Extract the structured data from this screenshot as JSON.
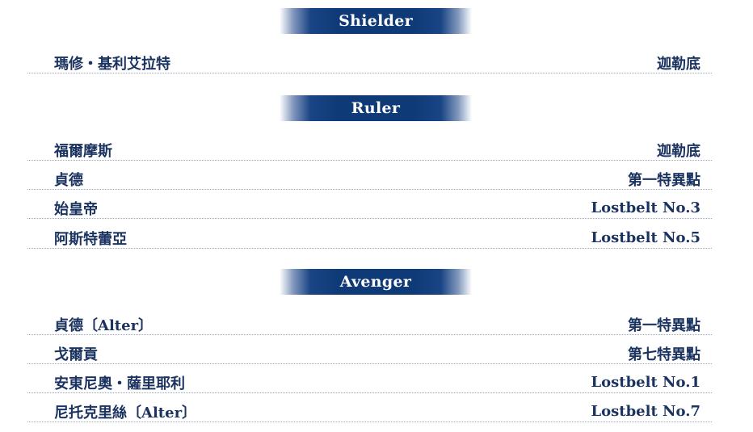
{
  "sections": [
    {
      "header": "Shielder",
      "rows": [
        {
          "name": "瑪修・基利艾拉特",
          "place": "迦勒底"
        }
      ]
    },
    {
      "header": "Ruler",
      "rows": [
        {
          "name": "福爾摩斯",
          "place": "迦勒底"
        },
        {
          "name": "貞德",
          "place": "第一特異點"
        },
        {
          "name": "始皇帝",
          "place": "Lostbelt No.3"
        },
        {
          "name": "阿斯特蕾亞",
          "place": "Lostbelt No.5"
        }
      ]
    },
    {
      "header": "Avenger",
      "rows": [
        {
          "name": "貞德〔Alter〕",
          "place": "第一特異點"
        },
        {
          "name": "戈爾貢",
          "place": "第七特異點"
        },
        {
          "name": "安東尼奧・薩里耶利",
          "place": "Lostbelt No.1"
        },
        {
          "name": "尼托克里絲〔Alter〕",
          "place": "Lostbelt No.7"
        }
      ]
    }
  ],
  "colors": {
    "header_band": "#0f3a78",
    "text": "#1b3360",
    "divider": "#9aa3b5"
  }
}
